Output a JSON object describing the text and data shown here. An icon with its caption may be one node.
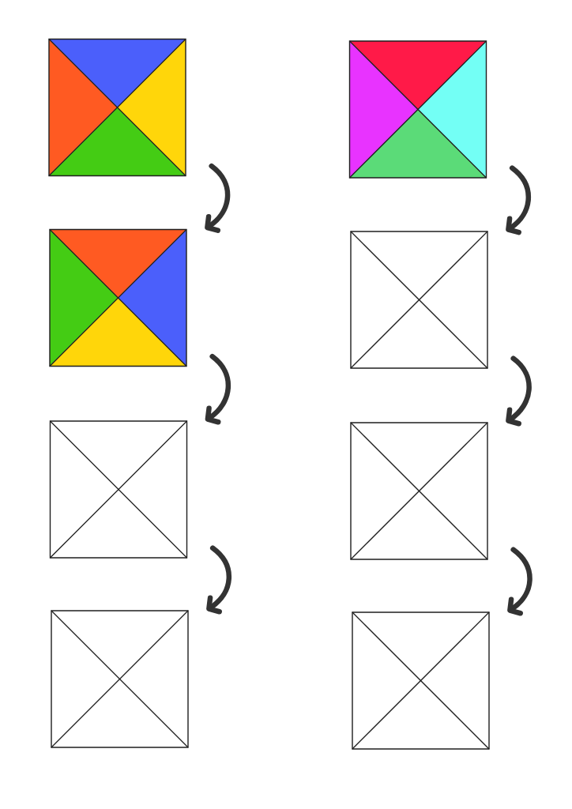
{
  "diagram": {
    "nodes": [
      {
        "text": [],
        "shape": "box"
      },
      {
        "text": [],
        "shape": "box"
      },
      {
        "text": [],
        "shape": "box"
      },
      {
        "text": [],
        "shape": "box"
      },
      {
        "text": [],
        "shape": "box"
      },
      {
        "text": [],
        "shape": "box"
      },
      {
        "text": [],
        "shape": "box"
      },
      {
        "text": [],
        "shape": "box"
      }
    ],
    "edges": [
      {
        "from": 0,
        "to": 2,
        "arrow": "to"
      },
      {
        "from": 2,
        "to": 4,
        "arrow": "to"
      },
      {
        "from": 4,
        "to": 6,
        "arrow": "to"
      },
      {
        "from": 1,
        "to": 3,
        "arrow": "to"
      },
      {
        "from": 3,
        "to": 5,
        "arrow": "to"
      },
      {
        "from": 5,
        "to": 7,
        "arrow": "to"
      }
    ]
  }
}
